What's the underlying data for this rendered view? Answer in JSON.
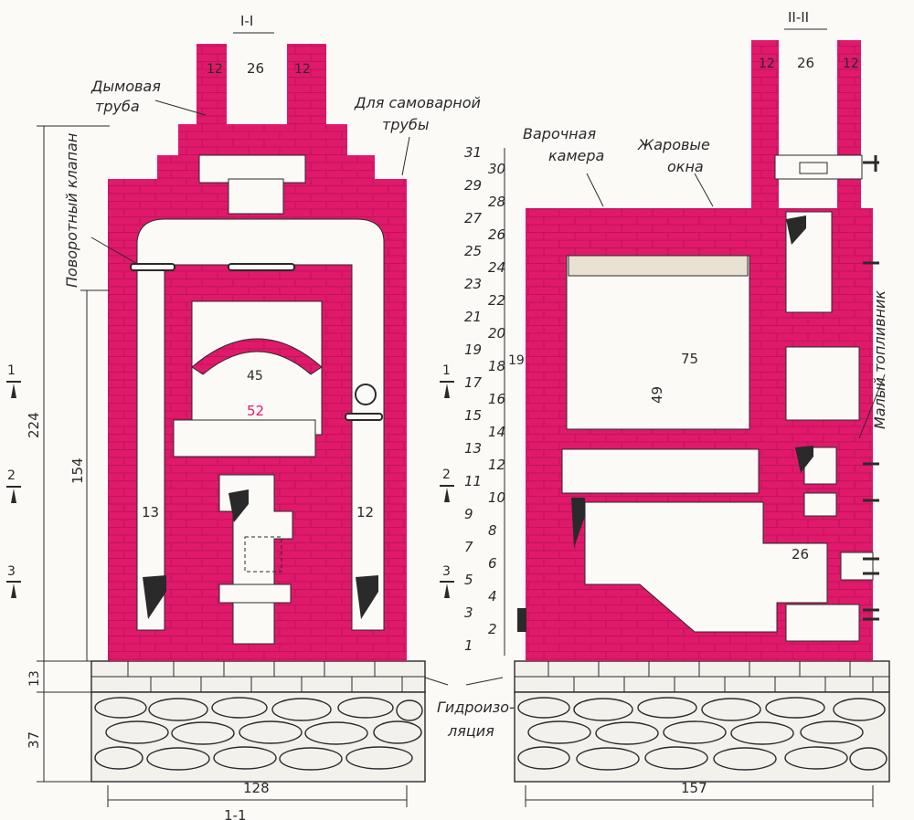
{
  "colors": {
    "brick": "#e0196a",
    "brick_line": "#b31258",
    "ink": "#2a2a2a",
    "paper": "#fbfaf7",
    "stone": "#f3f1ec"
  },
  "section_left": "I-I",
  "section_right": "II-II",
  "labels": {
    "smoke_pipe": [
      "Дымовая",
      "труба"
    ],
    "samovar_pipe": [
      "Для самоварной",
      "трубы"
    ],
    "rotary_valve": "Поворотный клапан",
    "cooking_chamber": [
      "Варочная",
      "камера"
    ],
    "heat_windows": [
      "Жаровые",
      "окна"
    ],
    "small_firebox": "Малый топливник",
    "waterproofing": [
      "Гидроизо-",
      "ляция"
    ],
    "bottom_cut": "1-1"
  },
  "dimensions": {
    "pipe_wall_left": "12",
    "pipe_inner_left": "26",
    "pipe_wall_right": "12",
    "pipe_inner_right2": "26",
    "pipe_wall_r2a": "12",
    "pipe_wall_r2b": "12",
    "height_total": "224",
    "height_inner": "154",
    "foundation_top": "13",
    "foundation_bottom": "37",
    "width_left": "128",
    "width_right": "157",
    "arch_inner": "45",
    "chamber_width": "52",
    "channel_left": "13",
    "channel_right": "12",
    "chamber_depth": "75",
    "chamber_height": "49",
    "flue_26": "26",
    "row_19": "19"
  },
  "section_marks": [
    {
      "num": "1"
    },
    {
      "num": "2"
    },
    {
      "num": "3"
    },
    {
      "num": "1"
    },
    {
      "num": "2"
    },
    {
      "num": "3"
    }
  ],
  "row_numbers": [
    "31",
    "30",
    "29",
    "28",
    "27",
    "26",
    "25",
    "24",
    "23",
    "22",
    "21",
    "20",
    "19",
    "18",
    "17",
    "16",
    "15",
    "14",
    "13",
    "12",
    "11",
    "10",
    "9",
    "8",
    "7",
    "6",
    "5",
    "4",
    "3",
    "2",
    "1"
  ]
}
